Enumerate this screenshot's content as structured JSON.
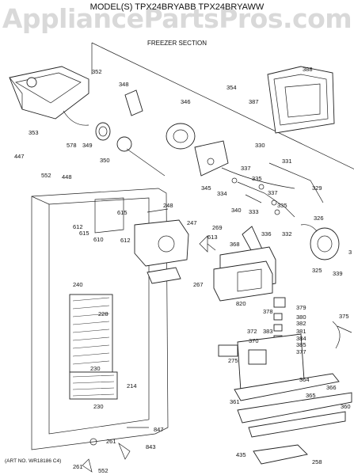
{
  "watermark": "AppliancePartsPros.com",
  "model_title": "MODEL(S) TPX24BRYABB TPX24BRYAWW",
  "section_title": "FREEZER SECTION",
  "art_no": "(ART NO. WR18186 C4)",
  "callouts": [
    "352",
    "348",
    "388",
    "354",
    "387",
    "346",
    "353",
    "349",
    "350",
    "578",
    "447",
    "552",
    "448",
    "330",
    "331",
    "337",
    "335",
    "329",
    "345",
    "334",
    "340",
    "333",
    "337",
    "335",
    "326",
    "332",
    "336",
    "269",
    "248",
    "247",
    "612",
    "615",
    "610",
    "615",
    "612",
    "613",
    "368",
    "325",
    "339",
    "3",
    "267",
    "240",
    "820",
    "378",
    "379",
    "380",
    "382",
    "381",
    "383",
    "384",
    "385",
    "377",
    "228",
    "372",
    "370",
    "375",
    "275",
    "364",
    "366",
    "365",
    "360",
    "230",
    "214",
    "361",
    "230",
    "847",
    "261",
    "843",
    "435",
    "258",
    "261",
    "552"
  ]
}
